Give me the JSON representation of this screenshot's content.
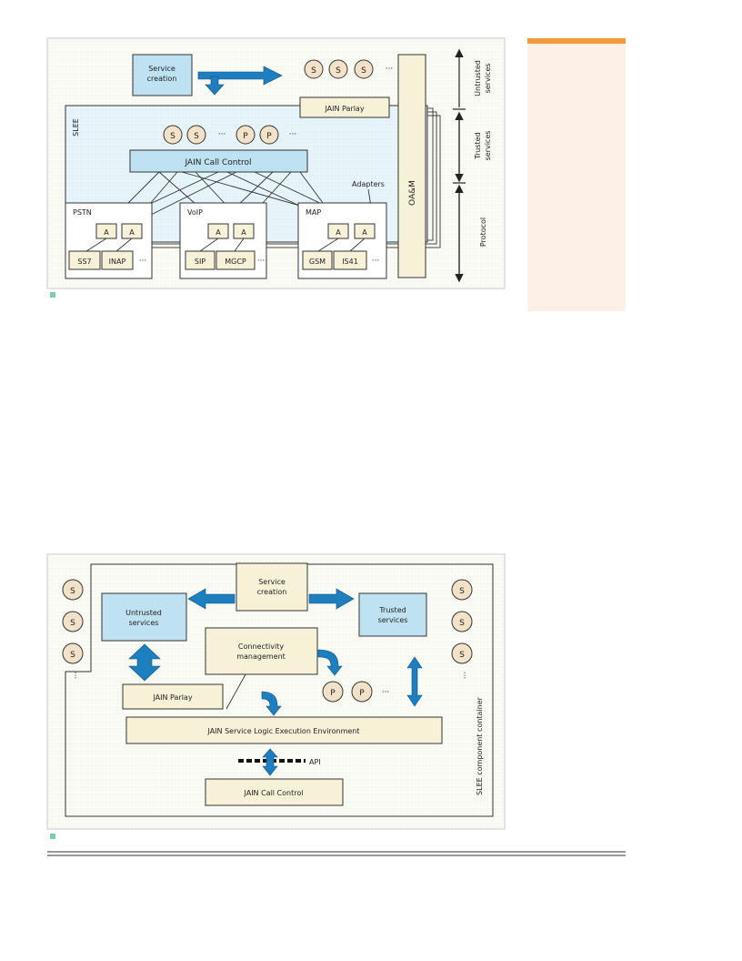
{
  "fig1": {
    "service_creation": [
      "Service",
      "creation"
    ],
    "s_label": "S",
    "p_label": "P",
    "ellipsis": "···",
    "jain_parlay": "JAIN Parlay",
    "slee": "SLEE",
    "jain_call_control": "JAIN Call Control",
    "oam": "OA&M",
    "adapters": "Adapters",
    "a_label": "A",
    "untrusted": [
      "Untrusted",
      "services"
    ],
    "trusted": [
      "Trusted",
      "services"
    ],
    "protocol": "Protocol",
    "pstn": "PSTN",
    "voip": "VoIP",
    "map": "MAP",
    "ss7": "SS7",
    "inap": "INAP",
    "sip": "SIP",
    "mgcp": "MGCP",
    "gsm": "GSM",
    "is41": "IS41"
  },
  "fig2": {
    "service_creation": [
      "Service",
      "creation"
    ],
    "s_label": "S",
    "p_label": "P",
    "ellipsis": "···",
    "untrusted": [
      "Untrusted",
      "services"
    ],
    "trusted": [
      "Trusted",
      "services"
    ],
    "connectivity": [
      "Connectivity",
      "management"
    ],
    "jain_parlay": "JAIN Parlay",
    "jslee": "JAIN Service Logic Execution Environment",
    "api": "API",
    "jain_call_control": "JAIN Call Control",
    "container": "SLEE component container"
  },
  "colors": {
    "accent_orange": "#f39a3c",
    "sidebar_bg": "#fdf0e6",
    "arrow_blue": "#1e7fc0",
    "service_blue": "#bfe2f2",
    "marker_teal": "#7cc9b6"
  }
}
